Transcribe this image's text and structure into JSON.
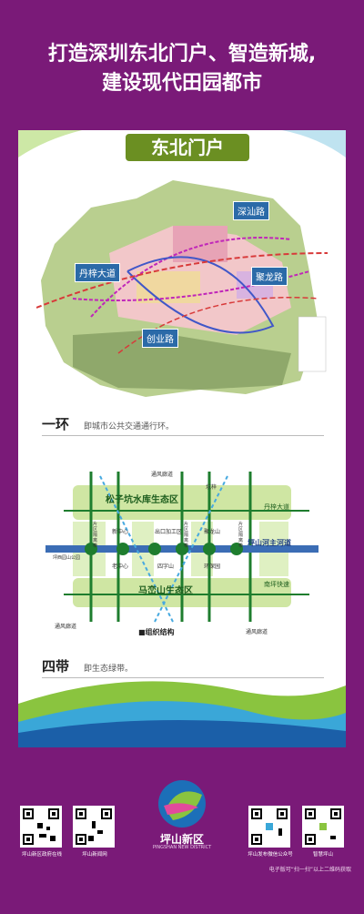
{
  "headline": {
    "line1": "打造深圳东北门户、智造新城,",
    "line2": "建设现代田园都市"
  },
  "card": {
    "title": "东北门户",
    "map_labels": [
      "深汕路",
      "丹梓大道",
      "聚龙路",
      "创业路"
    ],
    "section1": {
      "label": "一环",
      "desc": "即城市公共交通通行环。"
    },
    "diagram_labels": {
      "north_zone": "松子坑水库生态区",
      "south_zone": "马峦山生态区",
      "river": "坪山河主河道",
      "road1": "丹梓大道",
      "road2": "南坪快速",
      "corridor_top": "通风廊道",
      "corridor_left": "通风廊道",
      "corridor_right": "通风廊道",
      "org": "■组织结构",
      "pian1": "片区隔离带",
      "pian2": "片区隔离带",
      "pian3": "片区隔离带",
      "new_center": "新中心",
      "export": "出口加工区",
      "julong": "聚龙山",
      "old_center": "老中心",
      "sizhi": "四字山",
      "ring": "环保园",
      "pingxi": "坪西园山公园",
      "keng": "坑梓"
    },
    "section2": {
      "label": "四带",
      "desc": "即生态绿带。"
    }
  },
  "footer": {
    "logo_name": "坪山新区",
    "logo_sub": "PINGSHAN NEW DISTRICT",
    "qr1_label": "坪山新区政府在线",
    "qr2_label": "坪山新闻网",
    "qr3_label": "坪山发布微信公众号",
    "qr4_label": "智慧坪山",
    "note": "电子版可“扫一扫”以上二维码获取"
  },
  "colors": {
    "background": "#7a1a78",
    "card_title_bg": "#6b8f22",
    "green_arrow": "#1e7d2e",
    "blue_axis": "#3b6db5"
  }
}
